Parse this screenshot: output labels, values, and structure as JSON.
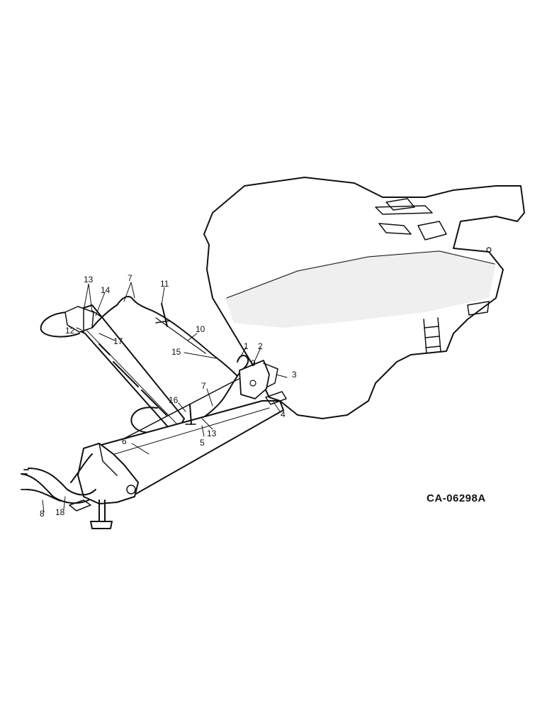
{
  "drawing_code": "CA-06298A",
  "callouts": {
    "c1": "1",
    "c2": "2",
    "c3": "3",
    "c4": "4",
    "c5": "5",
    "c6": "6",
    "c7a": "7",
    "c7b": "7",
    "c8": "8",
    "c9": "9",
    "c10": "10",
    "c11": "11",
    "c12": "12",
    "c13a": "13",
    "c13b": "13",
    "c14": "14",
    "c15": "15",
    "c16": "16",
    "c17": "17",
    "c18": "18"
  },
  "colors": {
    "ink": "#111111",
    "shade": "#e6e6e6",
    "paper": "#ffffff"
  }
}
